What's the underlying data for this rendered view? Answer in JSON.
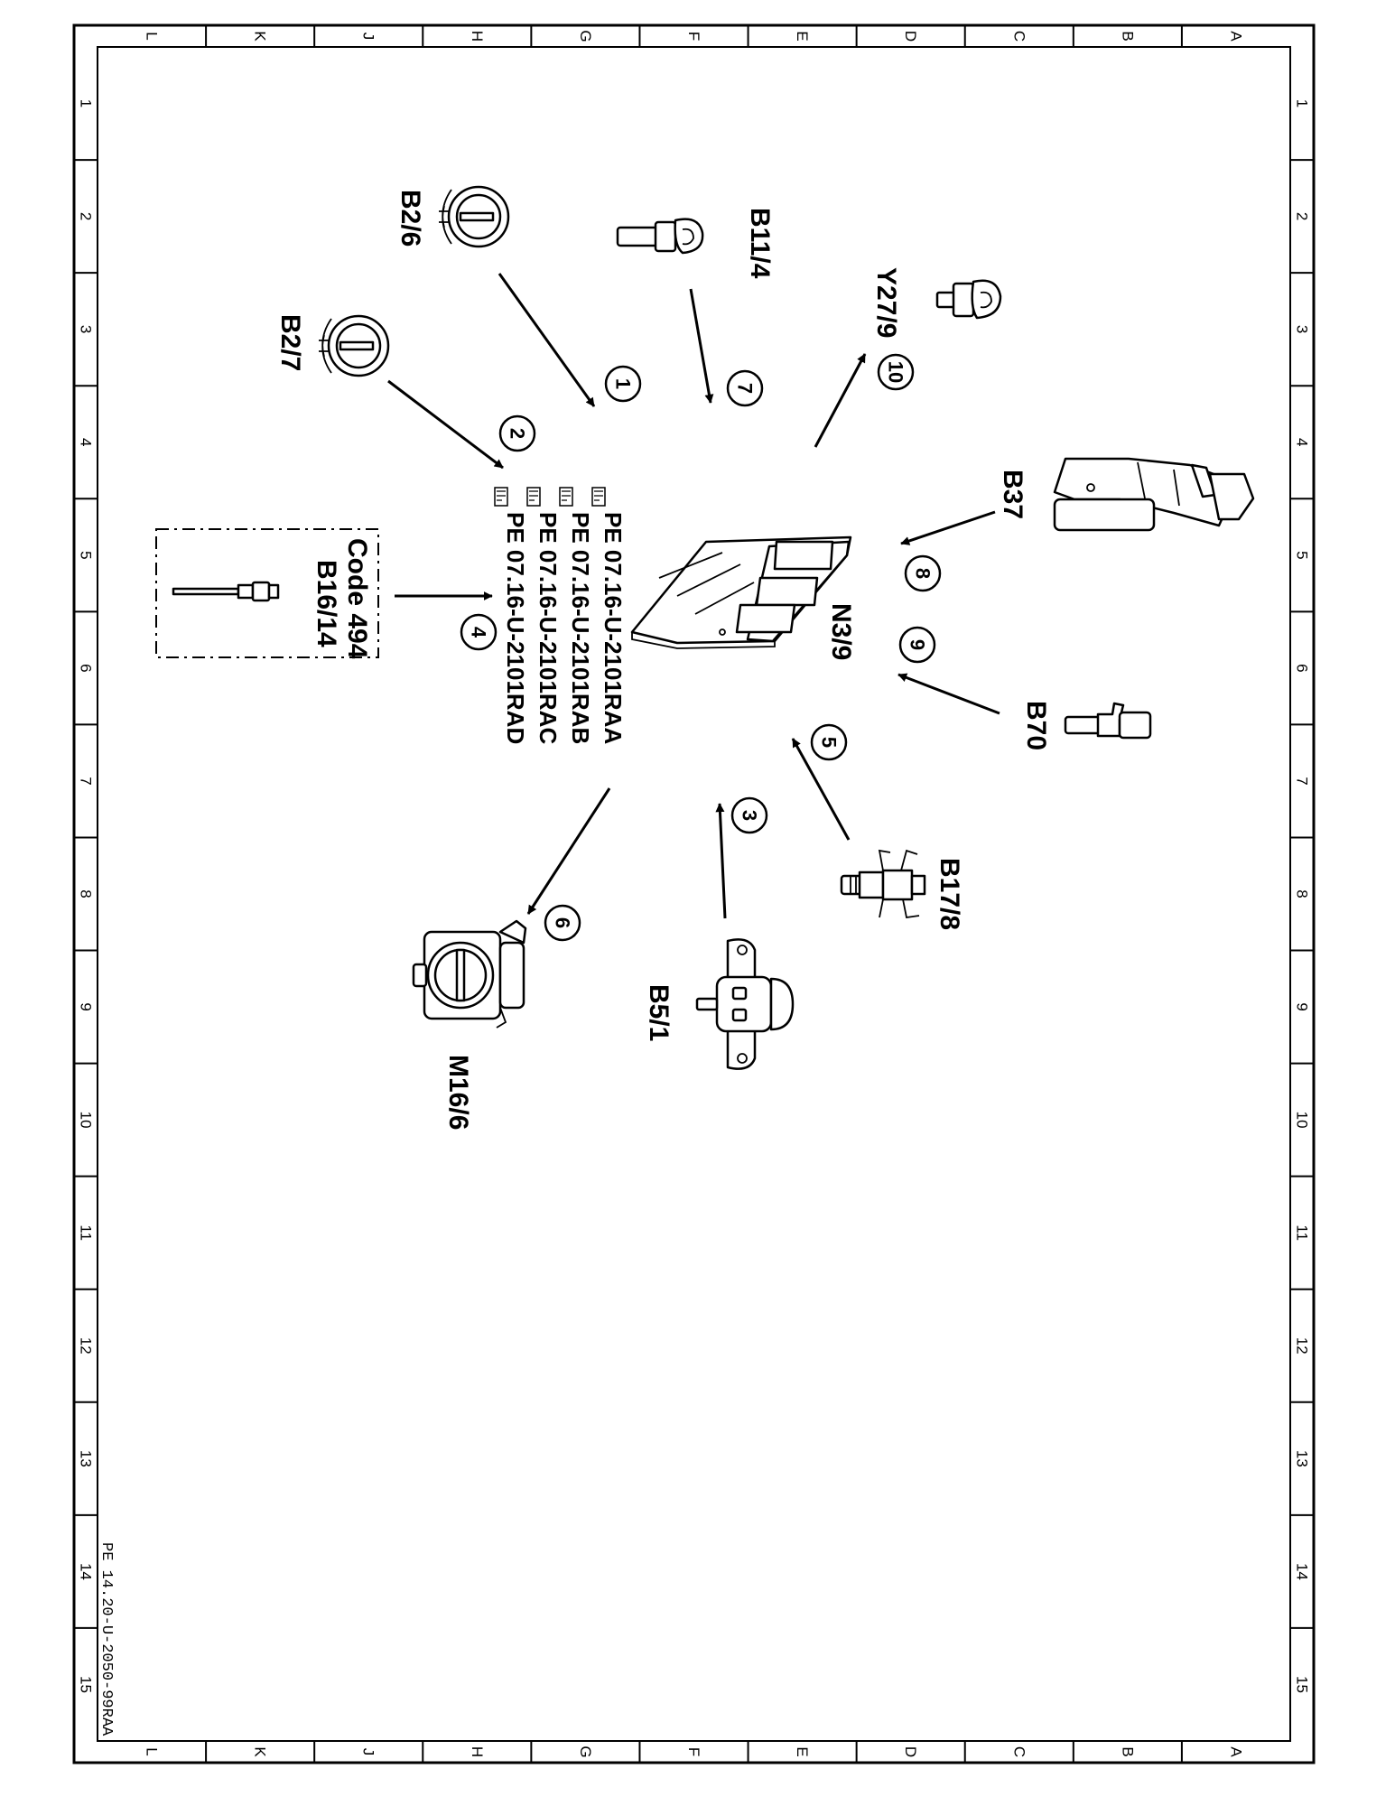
{
  "sheet": {
    "zone_letters": [
      "L",
      "K",
      "J",
      "H",
      "G",
      "F",
      "E",
      "D",
      "C",
      "B",
      "A"
    ],
    "zone_numbers": [
      "1",
      "2",
      "3",
      "4",
      "5",
      "6",
      "7",
      "8",
      "9",
      "10",
      "11",
      "12",
      "13",
      "14",
      "15"
    ],
    "document_number": "PE 14.20-U-2050-99RAA"
  },
  "control_unit": {
    "label": "N3/9",
    "references": [
      "PE 07.16-U-2101RAA",
      "PE 07.16-U-2101RAB",
      "PE 07.16-U-2101RAC",
      "PE 07.16-U-2101RAD"
    ]
  },
  "components": [
    {
      "id": "B2/6",
      "label": "B2/6",
      "number": "1",
      "icon": "hot-film-mass-air-flow-sensor-icon"
    },
    {
      "id": "B2/7",
      "label": "B2/7",
      "number": "2",
      "icon": "hot-film-mass-air-flow-sensor-icon"
    },
    {
      "id": "B5/1",
      "label": "B5/1",
      "number": "3",
      "icon": "pressure-sensor-icon"
    },
    {
      "id": "B16/14",
      "label": "B16/14",
      "number": "4",
      "icon": "temperature-sensor-icon",
      "code": "Code 494"
    },
    {
      "id": "B17/8",
      "label": "B17/8",
      "number": "5",
      "icon": "charge-air-sensor-icon"
    },
    {
      "id": "M16/6",
      "label": "M16/6",
      "number": "6",
      "icon": "throttle-valve-actuator-icon"
    },
    {
      "id": "B11/4",
      "label": "B11/4",
      "number": "7",
      "icon": "coolant-temperature-sensor-icon"
    },
    {
      "id": "B37",
      "label": "B37",
      "number": "8",
      "icon": "accelerator-pedal-sensor-icon"
    },
    {
      "id": "B70",
      "label": "B70",
      "number": "9",
      "icon": "crankshaft-hall-sensor-icon"
    },
    {
      "id": "Y27/9",
      "label": "Y27/9",
      "number": "10",
      "icon": "valve-icon"
    }
  ]
}
